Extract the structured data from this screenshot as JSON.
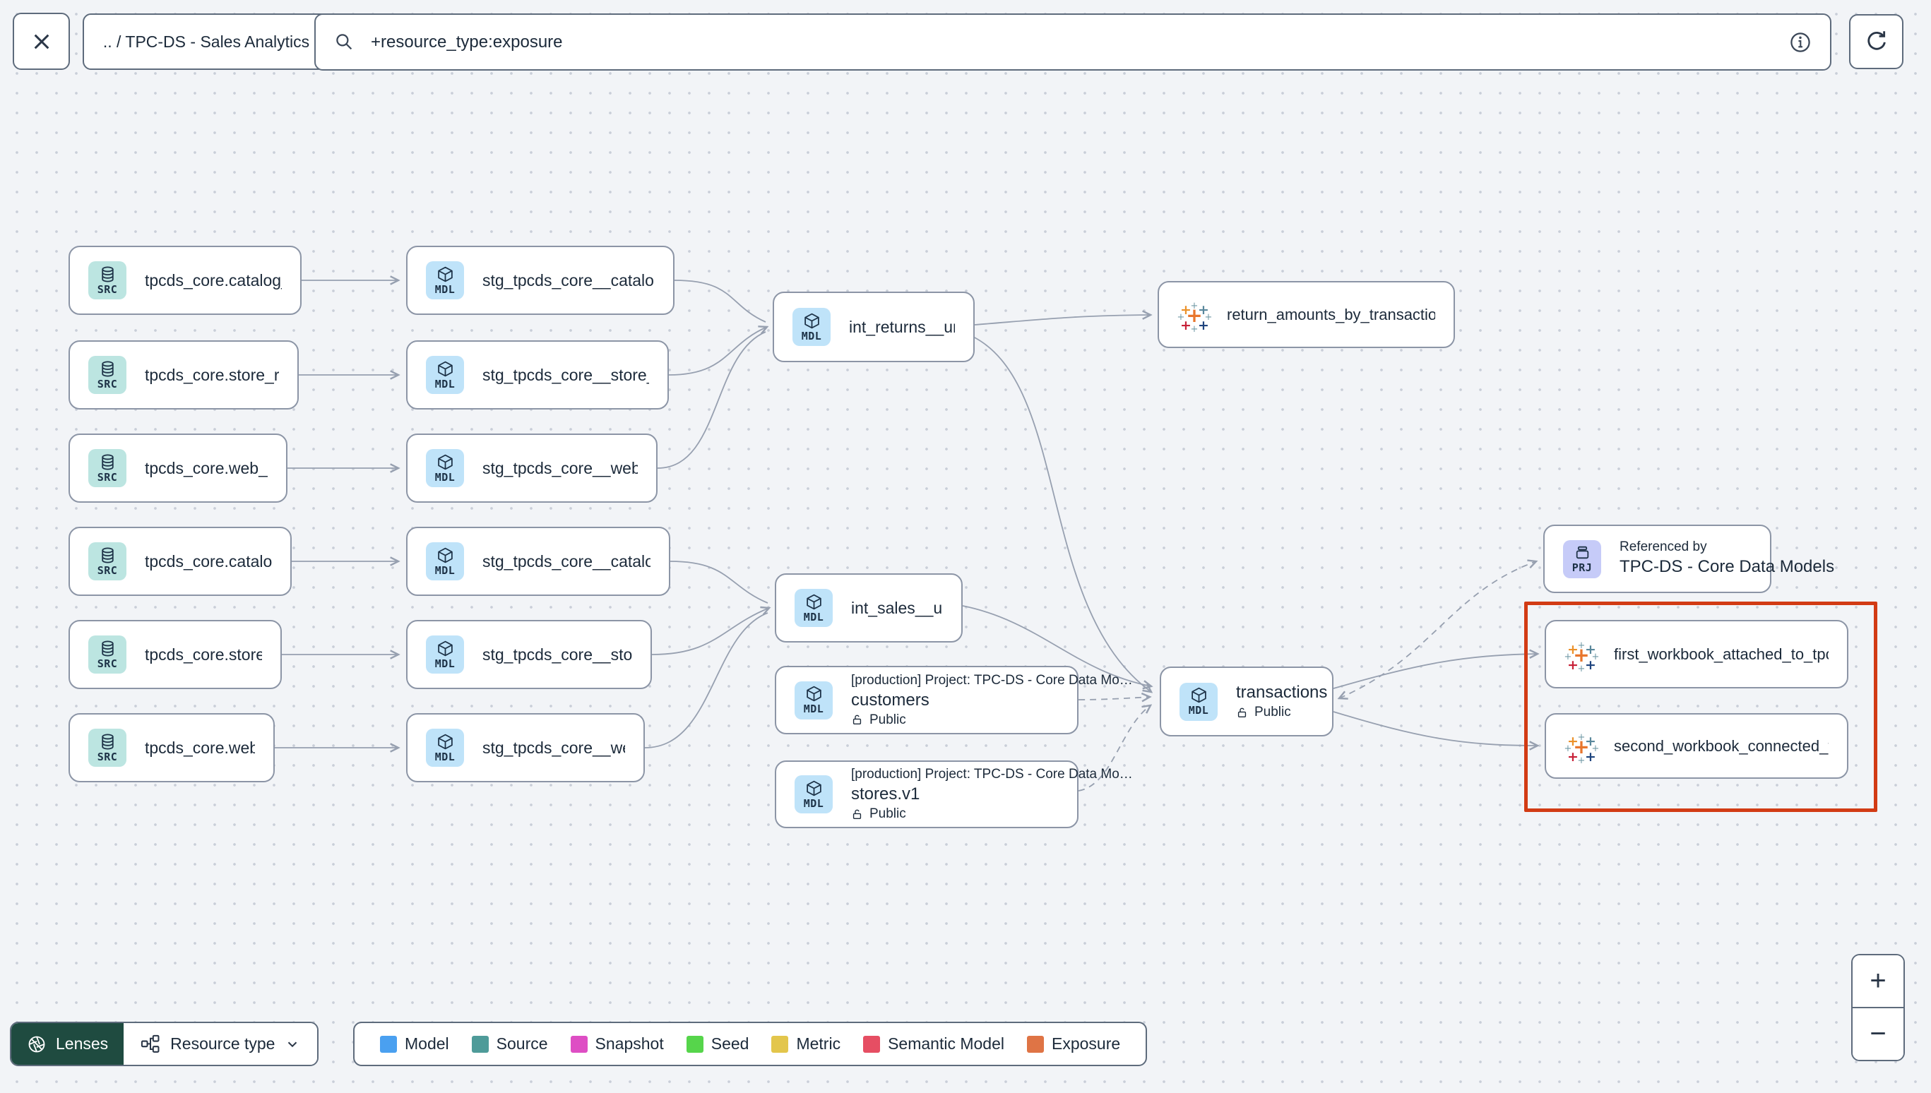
{
  "colors": {
    "highlight_box": "#D23B14",
    "lenses_bg": "#1F4B40",
    "badge_source_bg": "#BCE5E1",
    "badge_model_bg": "#BFE3F9",
    "badge_project_bg": "#C6CBF8"
  },
  "header": {
    "breadcrumb": ".. / TPC-DS - Sales Analytics",
    "search_value": "+resource_type:exposure"
  },
  "icons": {
    "close": "x-icon",
    "search": "magnifier-icon",
    "info": "circle-info-icon",
    "refresh": "circular-arrow-icon",
    "lenses": "aperture-icon",
    "resource_type": "hierarchy-icon",
    "exposure": "tableau-icon",
    "source_badge": "database-icon",
    "model_badge": "cube-icon",
    "project_badge": "archive-icon",
    "public": "open-padlock-icon"
  },
  "badges": {
    "source": "SRC",
    "model": "MDL",
    "project": "PRJ"
  },
  "nodes": {
    "sources": [
      {
        "label": "tpcds_core.catalog_returns"
      },
      {
        "label": "tpcds_core.store_returns"
      },
      {
        "label": "tpcds_core.web_returns"
      },
      {
        "label": "tpcds_core.catalog_sales"
      },
      {
        "label": "tpcds_core.store_sales"
      },
      {
        "label": "tpcds_core.web_sales"
      }
    ],
    "staging": [
      {
        "label": "stg_tpcds_core__catalog_returns"
      },
      {
        "label": "stg_tpcds_core__store_returns"
      },
      {
        "label": "stg_tpcds_core__web_returns"
      },
      {
        "label": "stg_tpcds_core__catalog_sales"
      },
      {
        "label": "stg_tpcds_core__store_sales"
      },
      {
        "label": "stg_tpcds_core__web_sales"
      }
    ],
    "int_returns": {
      "label": "int_returns__unioned"
    },
    "int_sales": {
      "label": "int_sales__unioned"
    },
    "exposure_returns": {
      "label": "return_amounts_by_transaction_type"
    },
    "customers": {
      "project": "[production] Project: TPC-DS - Core Data Mo…",
      "label": "customers",
      "access": "Public"
    },
    "stores": {
      "project": "[production] Project: TPC-DS - Core Data Mo…",
      "label": "stores.v1",
      "access": "Public"
    },
    "transactions": {
      "label": "transactions",
      "access": "Public"
    },
    "referenced_by": {
      "title": "Referenced by",
      "label": "TPC-DS - Core Data Models"
    },
    "workbook_first": {
      "label": "first_workbook_attached_to_tpc-ds_-_…"
    },
    "workbook_second": {
      "label": "second_workbook_connected_to_live…"
    }
  },
  "footer": {
    "lenses_label": "Lenses",
    "resource_type_label": "Resource type",
    "legend": [
      {
        "label": "Model",
        "color": "#4AA0F0"
      },
      {
        "label": "Source",
        "color": "#4E9B99"
      },
      {
        "label": "Snapshot",
        "color": "#DE4EC4"
      },
      {
        "label": "Seed",
        "color": "#56D54B"
      },
      {
        "label": "Metric",
        "color": "#E3C64C"
      },
      {
        "label": "Semantic Model",
        "color": "#E64E63"
      },
      {
        "label": "Exposure",
        "color": "#DF7445"
      }
    ]
  },
  "zoom_controls": {
    "zoom_in": "+",
    "zoom_out": "−"
  }
}
